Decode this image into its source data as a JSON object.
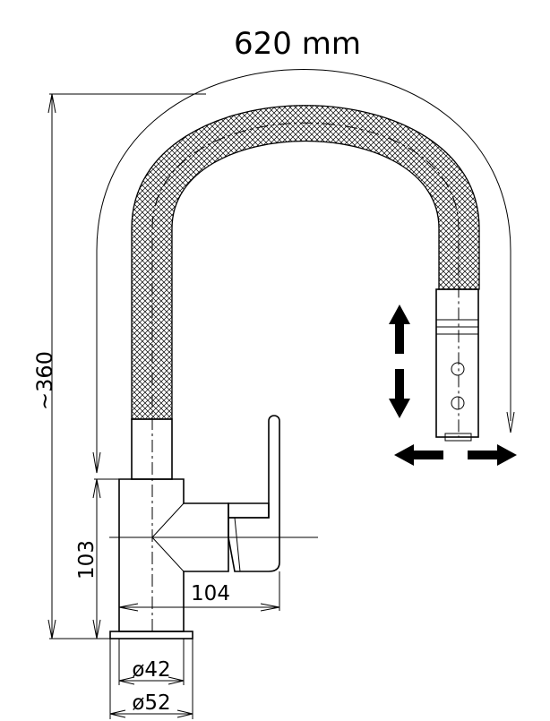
{
  "dimensions": {
    "reach": "620  mm",
    "height_total": "~360",
    "height_body": "103",
    "spout_depth": "104",
    "base_inner": "ø42",
    "base_outer": "ø52"
  },
  "icons": {
    "up": "arrow-up-icon",
    "down": "arrow-down-icon",
    "left": "arrow-left-icon",
    "right": "arrow-right-icon"
  },
  "colors": {
    "line": "#000000",
    "background": "#ffffff"
  }
}
